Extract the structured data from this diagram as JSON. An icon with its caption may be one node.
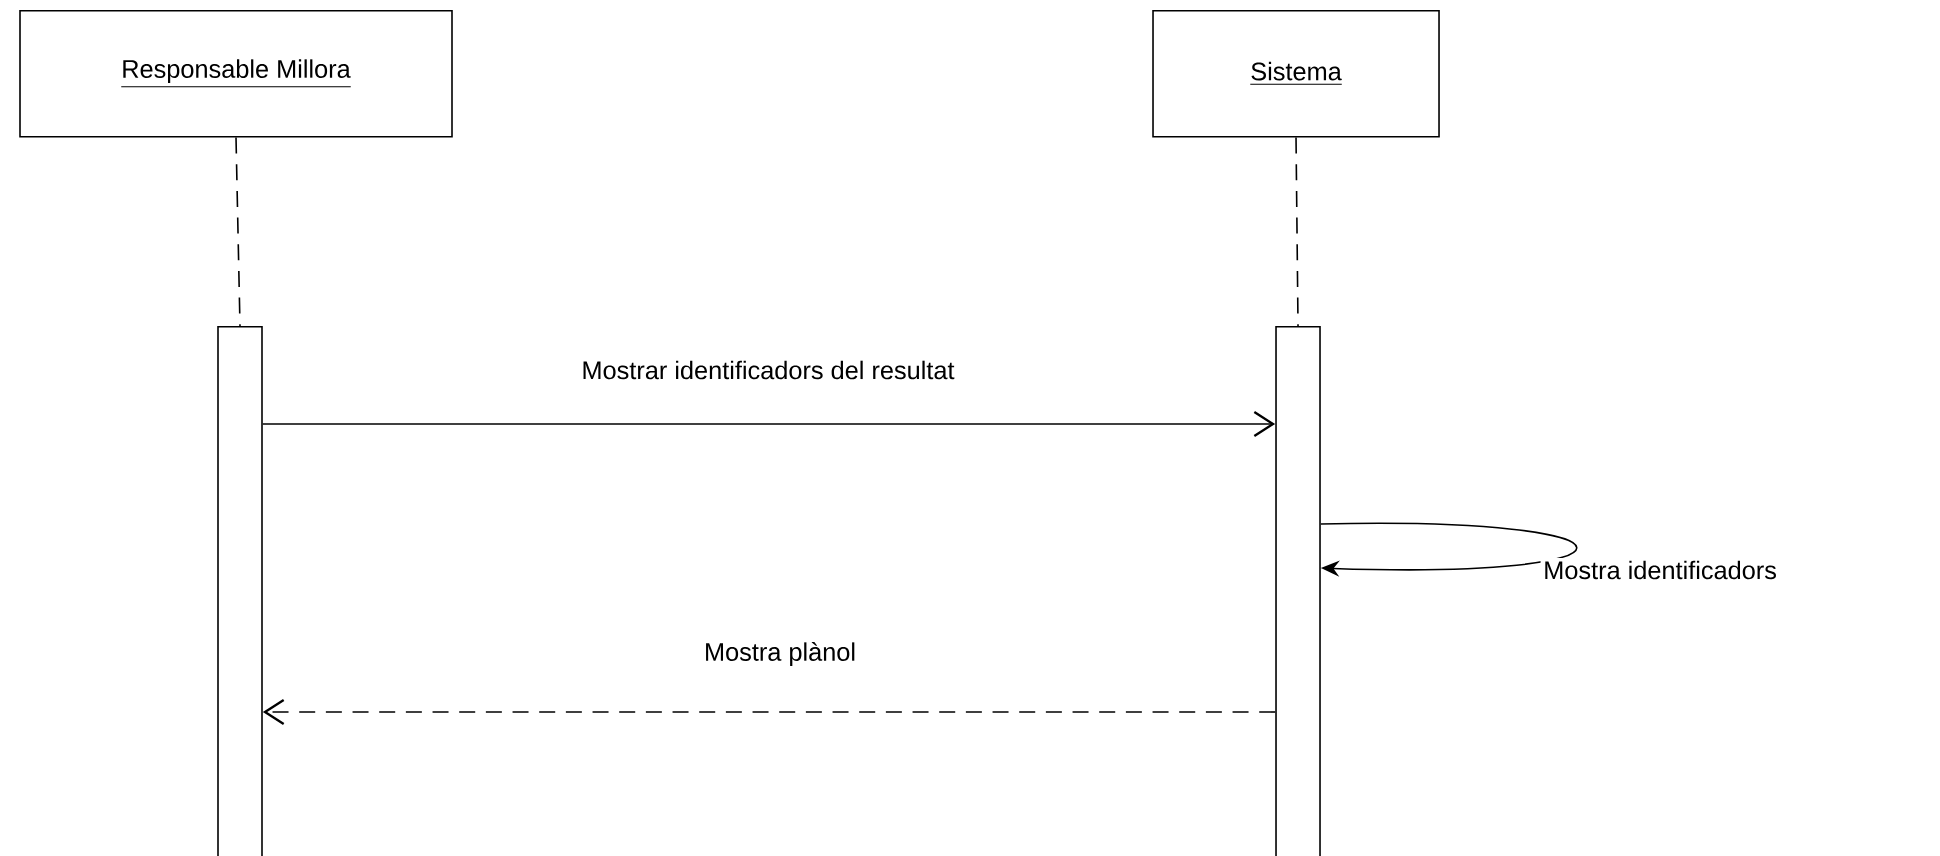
{
  "diagram": {
    "nodes": [
      {
        "text": [
          "Responsable Millora"
        ]
      },
      {
        "text": [
          "Sistema"
        ]
      },
      {
        "text": [],
        "shape": "bar"
      },
      {
        "text": [],
        "shape": "bar"
      }
    ],
    "edges": [
      {
        "from": 0,
        "to": 2,
        "arrow": "none",
        "style": "dashed"
      },
      {
        "from": 1,
        "to": 3,
        "arrow": "none",
        "style": "dashed"
      },
      {
        "from": 2,
        "to": 3,
        "arrow": "to",
        "label": "Mostrar identificadors del resultat"
      },
      {
        "from": 3,
        "to": 3,
        "arrow": "to",
        "label": "Mostra identificadors"
      },
      {
        "from": 3,
        "to": 2,
        "arrow": "to",
        "style": "dashed",
        "label": "Mostra plànol"
      }
    ]
  }
}
